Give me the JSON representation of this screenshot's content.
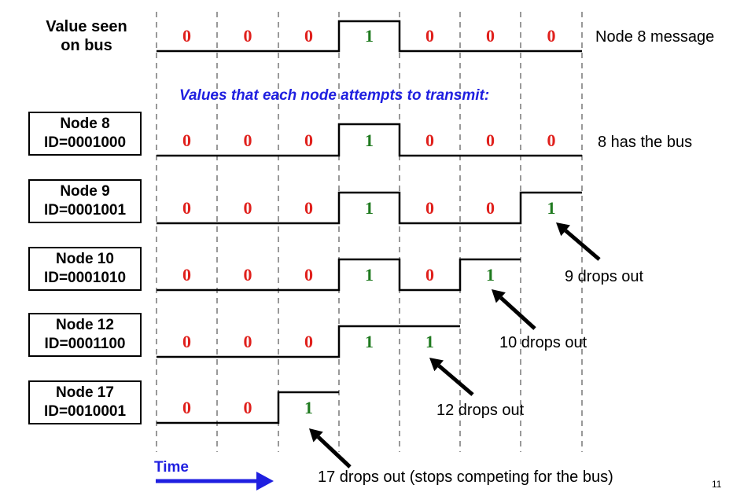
{
  "bus": {
    "label_line1": "Value seen",
    "label_line2": "on bus",
    "bits": [
      "0",
      "0",
      "0",
      "1",
      "0",
      "0",
      "0"
    ],
    "note": "Node 8 message"
  },
  "heading": "Values that each node attempts to transmit:",
  "nodes": [
    {
      "name": "Node 8",
      "id": "ID=0001000",
      "bits": [
        "0",
        "0",
        "0",
        "1",
        "0",
        "0",
        "0"
      ],
      "note": "8 has the bus"
    },
    {
      "name": "Node 9",
      "id": "ID=0001001",
      "bits": [
        "0",
        "0",
        "0",
        "1",
        "0",
        "0",
        "1"
      ],
      "note": "9 drops out"
    },
    {
      "name": "Node 10",
      "id": "ID=0001010",
      "bits": [
        "0",
        "0",
        "0",
        "1",
        "0",
        "1"
      ],
      "note": "10 drops out"
    },
    {
      "name": "Node 12",
      "id": "ID=0001100",
      "bits": [
        "0",
        "0",
        "0",
        "1",
        "1"
      ],
      "note": "12 drops out"
    },
    {
      "name": "Node 17",
      "id": "ID=0010001",
      "bits": [
        "0",
        "0",
        "1"
      ],
      "note": "17 drops out (stops competing for the bus)"
    }
  ],
  "time_label": "Time",
  "page_number": "11",
  "colors": {
    "zero_bit": "#e0201c",
    "one_bit": "#1f7a1f",
    "arrow_time": "#1f1fe0",
    "heading": "#1f1fe0",
    "signal": "#000000",
    "gridline": "#999999"
  }
}
